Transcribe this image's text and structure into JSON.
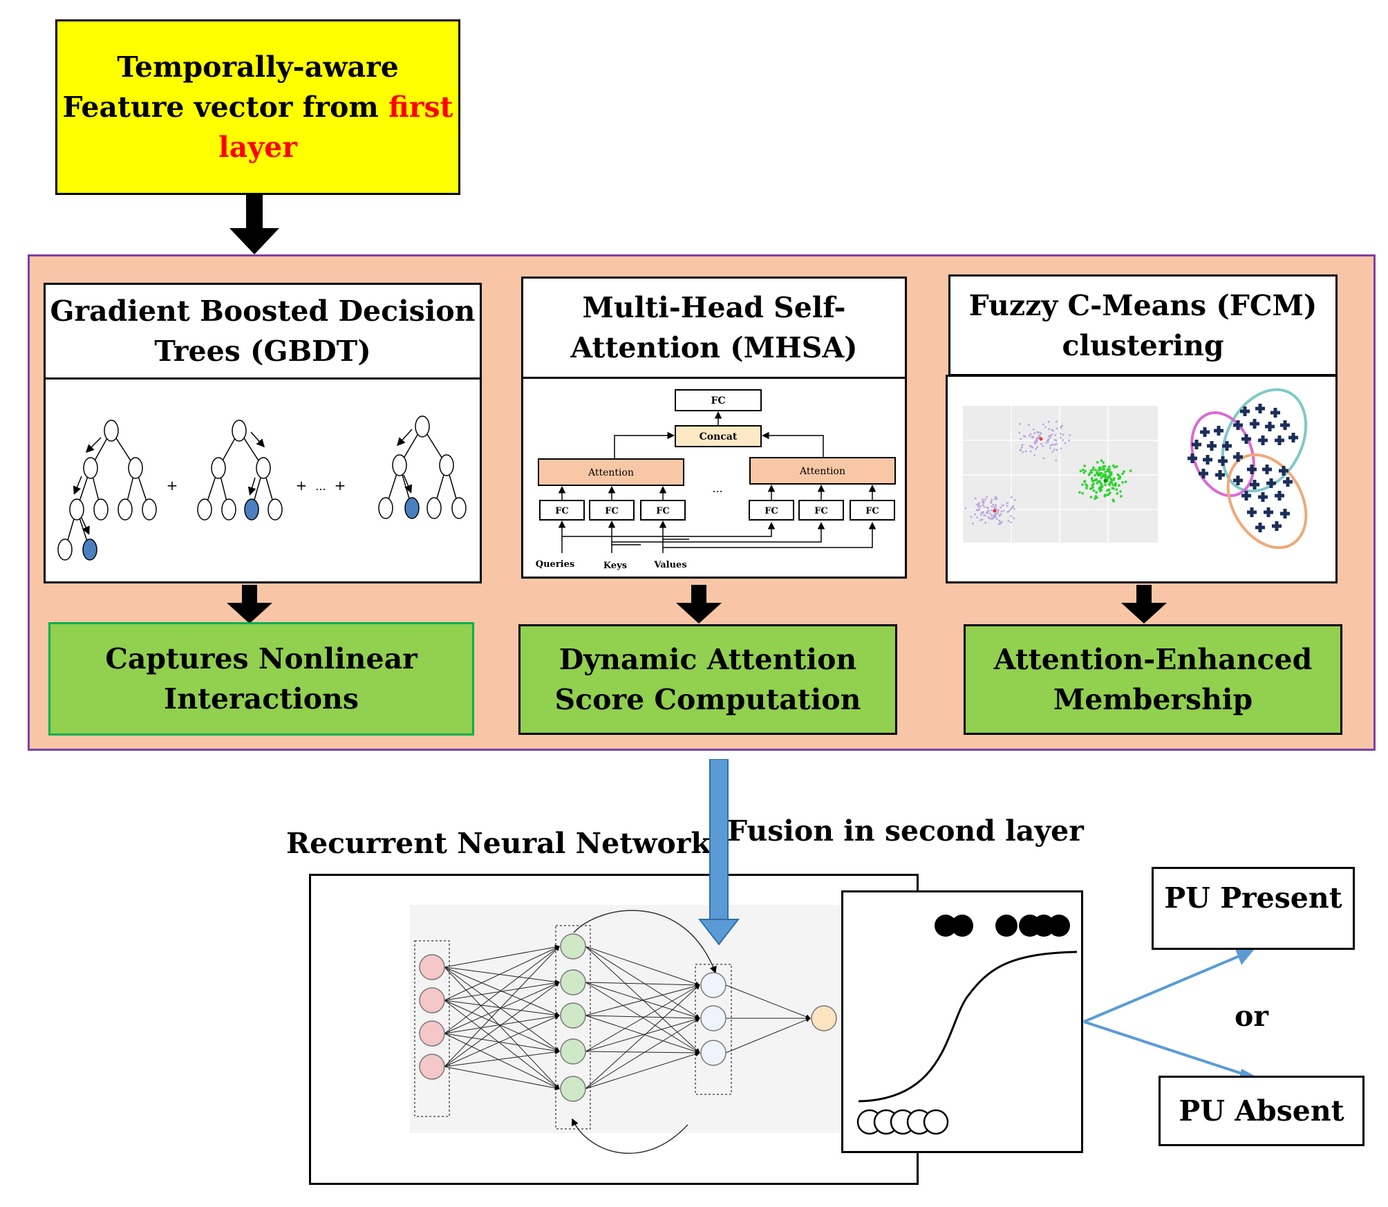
{
  "input_box": {
    "line1": "Temporally-aware",
    "line2_prefix": "Feature vector from ",
    "line2_highlight": "first",
    "line3_highlight": "layer"
  },
  "colors": {
    "input_fill": "#ffff00",
    "highlight_text": "#ff0000",
    "module_bg": "#f8c6a6",
    "module_border": "#7d3fa5",
    "result_fill": "#92d050",
    "attention_fill": "#f8c8a6",
    "concat_fill": "#fde9c4",
    "tree_node_fill": "#4a7fc0",
    "fusion_arrow": "#5b9bd5",
    "output_arrow": "#5b9bd5",
    "rnn_input_nodes": "#f4c7c9",
    "rnn_hidden_nodes": "#cfe8c7",
    "rnn_hidden2_nodes": "#eef4fb",
    "rnn_output_node": "#fde3c0",
    "fcm_green": "#2bd42b",
    "fcm_purple": "#b9a6e0",
    "fcm_plus": "#1a2e57",
    "fcm_ellipse_teal": "#7fc8c8",
    "fcm_ellipse_pink": "#d96bd3",
    "fcm_ellipse_orange": "#f0a878"
  },
  "modules": {
    "gbdt": {
      "title_line1": "Gradient Boosted Decision",
      "title_line2": "Trees (GBDT)",
      "ops": [
        "+",
        "+",
        "...",
        "+"
      ]
    },
    "mhsa": {
      "title_line1": "Multi-Head Self-",
      "title_line2": "Attention (MHSA)",
      "fc_top": "FC",
      "concat": "Concat",
      "attention_left": "Attention",
      "attention_right": "Attention",
      "ellipsis": "...",
      "fc_labels": [
        "FC",
        "FC",
        "FC",
        "FC",
        "FC",
        "FC"
      ],
      "inputs": [
        "Queries",
        "Keys",
        "Values"
      ]
    },
    "fcm": {
      "title_line1": "Fuzzy C-Means (FCM)",
      "title_line2": "clustering"
    }
  },
  "results": {
    "gbdt": {
      "line1": "Captures Nonlinear",
      "line2": "Interactions"
    },
    "mhsa": {
      "line1": "Dynamic Attention",
      "line2": "Score Computation"
    },
    "fcm": {
      "line1": "Attention-Enhanced",
      "line2": "Membership"
    }
  },
  "fusion_label": "Fusion in second layer",
  "rnn_label": "Recurrent Neural Network",
  "outputs": {
    "present": "PU Present",
    "or": "or",
    "absent": "PU Absent"
  }
}
